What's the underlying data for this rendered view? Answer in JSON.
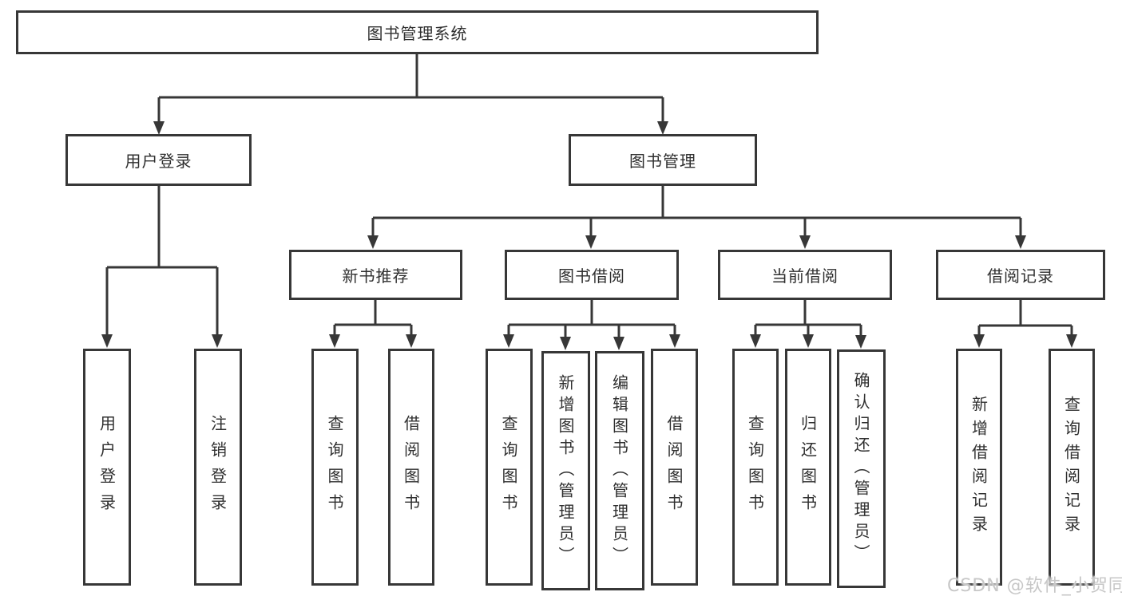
{
  "tree": {
    "label": "图书管理系统",
    "children": [
      {
        "label": "用户登录",
        "children": [
          {
            "label": "用户登录"
          },
          {
            "label": "注销登录"
          }
        ]
      },
      {
        "label": "图书管理",
        "children": [
          {
            "label": "新书推荐",
            "children": [
              {
                "label": "查询图书"
              },
              {
                "label": "借阅图书"
              }
            ]
          },
          {
            "label": "图书借阅",
            "children": [
              {
                "label": "查询图书"
              },
              {
                "label": "新增图书（管理员）"
              },
              {
                "label": "编辑图书（管理员）"
              },
              {
                "label": "借阅图书"
              }
            ]
          },
          {
            "label": "当前借阅",
            "children": [
              {
                "label": "查询图书"
              },
              {
                "label": "归还图书"
              },
              {
                "label": "确认归还（管理员）"
              }
            ]
          },
          {
            "label": "借阅记录",
            "children": [
              {
                "label": "新增借阅记录"
              },
              {
                "label": "查询借阅记录"
              }
            ]
          }
        ]
      }
    ]
  },
  "watermark": {
    "text": "CSDN @软件_小贺同学"
  },
  "colors": {
    "line": "#373737",
    "box_border": "#373737",
    "box_fill": "#ffffff",
    "text": "#2f2f2f",
    "watermark": "#c7c7c7",
    "background": "#ffffff"
  }
}
